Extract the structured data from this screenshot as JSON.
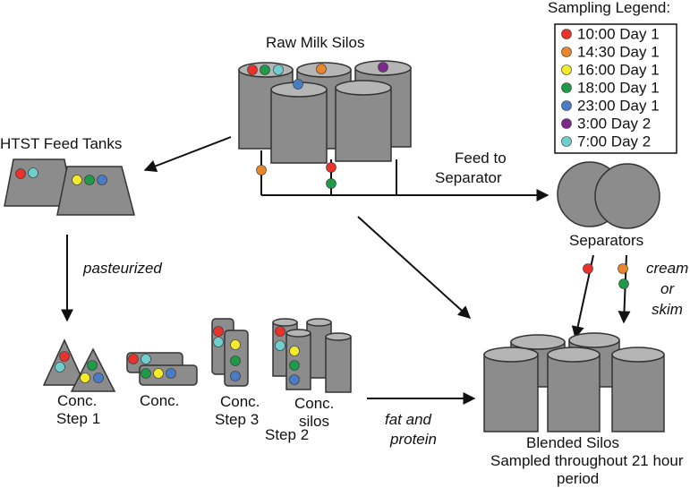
{
  "legend": {
    "title": "Sampling Legend:",
    "items": [
      {
        "label": "10:00 Day 1",
        "color": "#e8322b"
      },
      {
        "label": "14:30 Day 1",
        "color": "#e8862c"
      },
      {
        "label": "16:00 Day 1",
        "color": "#f3ea2a"
      },
      {
        "label": "18:00 Day 1",
        "color": "#1f9a48"
      },
      {
        "label": "23:00 Day 1",
        "color": "#4a7cc6"
      },
      {
        "label": "3:00 Day 2",
        "color": "#7b2a8c"
      },
      {
        "label": "7:00 Day 2",
        "color": "#6fcfcf"
      }
    ]
  },
  "labels": {
    "raw_milk": "Raw Milk Silos",
    "htst": "HTST Feed Tanks",
    "feed_line1": "Feed to",
    "feed_line2": "Separator",
    "separators": "Separators",
    "cream": "cream",
    "or": "or",
    "skim": "skim",
    "pasteurized": "pasteurized",
    "conc_step1_a": "Conc.",
    "conc_step1_b": "Step 1",
    "conc_step2": "Conc.",
    "conc_step3_a": "Conc.",
    "conc_step3_b": "Step 3",
    "step2": "Step 2",
    "conc_silos_a": "Conc.",
    "conc_silos_b": "silos",
    "fat_protein_1": "fat and",
    "fat_protein_2": "protein",
    "blended_1": "Blended Silos",
    "blended_2": "Sampled throughout 21 hour",
    "blended_3": "period"
  }
}
